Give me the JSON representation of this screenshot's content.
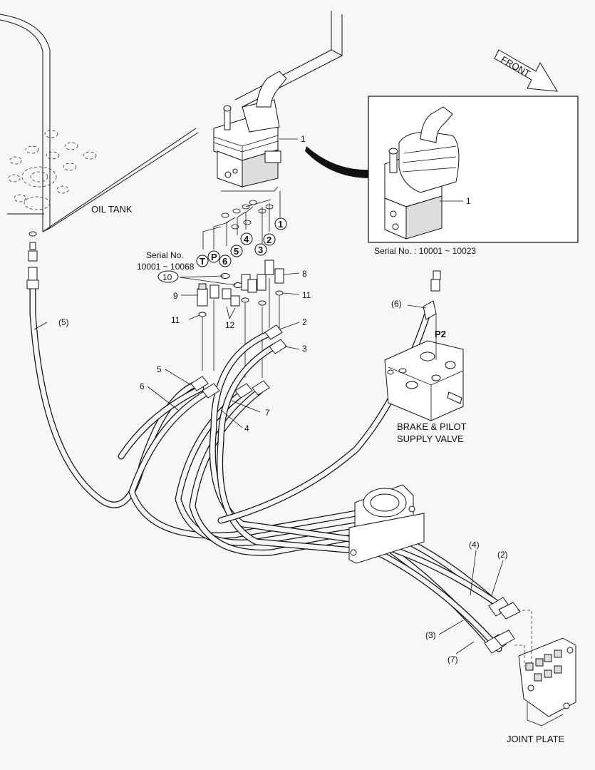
{
  "labels": {
    "oil_tank": "OIL TANK",
    "front": "FRONT",
    "serial_inset": "Serial No. : 10001 ~ 10023",
    "serial_no": "Serial No.",
    "serial_range": "10001 ~ 10068",
    "brake_line1": "BRAKE & PILOT",
    "brake_line2": "SUPPLY VALVE",
    "joint_plate": "JOINT PLATE",
    "p2": "P2"
  },
  "port_marks": {
    "t": "T",
    "p": "P",
    "six": "6",
    "five": "5",
    "four": "4",
    "three": "3",
    "two": "2",
    "one": "1"
  },
  "callouts": {
    "c1_main": "1",
    "c1_inset": "1",
    "c2": "2",
    "c3": "3",
    "c4": "4",
    "c5": "5",
    "c6": "6",
    "c7": "7",
    "c8": "8",
    "c9": "9",
    "c10": "10",
    "c11_left": "11",
    "c11_right": "11",
    "c12": "12",
    "h5": "(5)",
    "h6": "(6)",
    "h4": "(4)",
    "h2": "(2)",
    "h3": "(3)",
    "h7": "(7)"
  }
}
